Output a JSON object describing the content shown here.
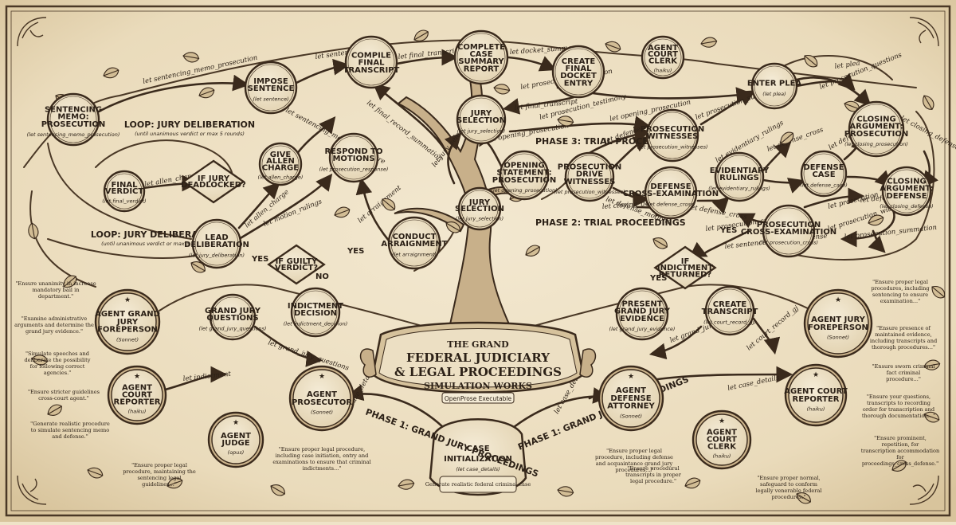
{
  "title": {
    "line1": "THE GRAND",
    "line2": "FEDERAL JUDICIARY",
    "line3": "& LEGAL PROCEEDINGS",
    "line4": "SIMULATION WORKS",
    "tag": "OpenProse Executable"
  },
  "root": {
    "title": "CASE INITIALIZATION",
    "sub": "(let case_details)",
    "note": "Generate realistic federal criminal case"
  },
  "phases": {
    "p1_left": "PHASE 1: GRAND JURY PROCEEDINGS",
    "p1_right": "PHASE 1: GRAND JURY PROCEEDINGS",
    "p2": "PHASE 2: TRIAL PROCEEDINGS",
    "p3": "PHASE 3: TRIAL PROCEEDINGS"
  },
  "loops": {
    "upper": "LOOP: JURY DELIBERATION",
    "upper_sub": "(until unanimous verdict or max 5 rounds)",
    "lower": "LOOP: JURY DELIBERATION",
    "lower_sub": "(until unanimous verdict or max 5 rounds)"
  },
  "nodes": {
    "impose_sentence": {
      "title": "IMPOSE SENTENCE",
      "sub": "(let sentence)"
    },
    "compile_transcript": {
      "title": "COMPILE FINAL TRANSCRIPT",
      "sub": ""
    },
    "complete_summary": {
      "title": "COMPLETE CASE SUMMARY REPORT",
      "sub": ""
    },
    "create_docket": {
      "title": "CREATE FINAL DOCKET ENTRY",
      "sub": ""
    },
    "agent_court_clerk_top": {
      "title": "AGENT COURT CLERK",
      "sub": "(haiku)"
    },
    "sentencing_memo": {
      "title": "SENTENCING MEMO: PROSECUTION",
      "sub": "(let sentencing_memo_prosecution)"
    },
    "final_verdict": {
      "title": "FINAL VERDICT",
      "sub": "(let final_verdict)"
    },
    "give_allen": {
      "title": "GIVE ALLEN CHARGE",
      "sub": "(let allen_charge)"
    },
    "respond_motions": {
      "title": "RESPOND TO MOTIONS",
      "sub": "(let prosecution_response)"
    },
    "if_jury_deadlocked": {
      "title": "IF JURY DEADLOCKED?",
      "sub": ""
    },
    "lead_deliberation": {
      "title": "LEAD DELIBERATION",
      "sub": "(let jury_deliberation)"
    },
    "if_guilty_verdict": {
      "title": "IF GUILTY VERDICT?",
      "sub": ""
    },
    "conduct_arraignment": {
      "title": "CONDUCT ARRAIGNMENT",
      "sub": "(let arraignment)"
    },
    "grand_jury_questions": {
      "title": "GRAND JURY QUESTIONS",
      "sub": "(let grand_jury_questions)"
    },
    "indictment_decision": {
      "title": "INDICTMENT DECISION",
      "sub": "(let indictment_decision)"
    },
    "jury_selection_mid": {
      "title": "JURY SELECTION",
      "sub": "(let jury_selection)"
    },
    "jury_selection_low": {
      "title": "JURY SELECTION",
      "sub": "(let jury_selection)"
    },
    "opening_statement": {
      "title": "OPENING STATEMENT: PROSECUTION",
      "sub": "(let opening_prosecution)"
    },
    "prosecution_drive": {
      "title": "PROSECUTION DRIVE WITNESSES",
      "sub": "(let prosecution_witnesses)"
    },
    "prosecution_witnesses": {
      "title": "PROSECUTION WITNESSES",
      "sub": "(let prosecution_witnesses)"
    },
    "defense_cross": {
      "title": "DEFENSE CROSS-EXAMINATION",
      "sub": "(let defense_cross)"
    },
    "evidentiary_rulings": {
      "title": "EVIDENTIARY RULINGS",
      "sub": "(let evidentiary_rulings)"
    },
    "enter_plea": {
      "title": "ENTER PLEA",
      "sub": "(let plea)"
    },
    "defense_case": {
      "title": "DEFENSE CASE",
      "sub": "(let defense_case)"
    },
    "closing_prosecution": {
      "title": "CLOSING ARGUMENT: PROSECUTION",
      "sub": "(let closing_prosecution)"
    },
    "closing_defense": {
      "title": "CLOSING ARGUMENT: DEFENSE",
      "sub": "(let closing_defense)"
    },
    "prosecution_cross": {
      "title": "PROSECUTION CROSS-EXAMINATION",
      "sub": "(let prosecution_cross)"
    },
    "if_indictment": {
      "title": "IF INDICTMENT RETURNED?",
      "sub": ""
    },
    "present_grand_jury": {
      "title": "PRESENT GRAND JURY EVIDENCE",
      "sub": "(let grand_jury_evidence)"
    },
    "create_transcript": {
      "title": "CREATE TRANSCRIPT",
      "sub": "(let court_record_gj)"
    }
  },
  "agents": {
    "foreperson_left": {
      "title": "AGENT GRAND JURY FOREPERSON",
      "sub": "(Sonnet)"
    },
    "reporter_left": {
      "title": "AGENT COURT REPORTER",
      "sub": "(haiku)"
    },
    "judge": {
      "title": "AGENT JUDGE",
      "sub": "(opus)"
    },
    "prosecutor": {
      "title": "AGENT PROSECUTOR",
      "sub": "(Sonnet)"
    },
    "defense": {
      "title": "AGENT DEFENSE ATTORNEY",
      "sub": "(Sonnet)"
    },
    "clerk_low": {
      "title": "AGENT COURT CLERK",
      "sub": "(haiku)"
    },
    "reporter_right": {
      "title": "AGENT COURT REPORTER",
      "sub": "(haiku)"
    },
    "foreperson_right": {
      "title": "AGENT JURY FOREPERSON",
      "sub": "(Sonnet)"
    }
  },
  "quotes": {
    "l1": "\"Ensure unanimity in increase mandatory bail in department.\"",
    "l2": "\"Examine administrative arguments and determine the grand jury evidence.\"",
    "l3": "\"Simulate speeches and deliberate the possibility for following correct agencies.\"",
    "l4": "\"Ensure stricter guidelines cross-court agent.\"",
    "l5": "\"Generate realistic procedure to simulate sentencing memo and defense.\"",
    "l6": "\"Ensure proper legal procedure, maintaining the sentencing legal guidelines...\"",
    "c1": "\"Ensure proper legal procedure, including case initiation, entry and examinations to ensure that criminal indictments...\"",
    "c2": "\"Ensure proper legal procedure, including defense and acquaintance grand jury procedures...\"",
    "r1": "\"Ensure proper legal procedures, including sentencing to ensure examination...\"",
    "r2": "\"Ensure presence of maintained evidence, including transcripts and thorough procedures...\"",
    "r3": "\"Ensure sworn criminal fact criminal procedure...\"",
    "r4": "\"Ensure your questions, transcripts to recording order for transcription and thorough documentation...\"",
    "r5": "\"Ensure prominent, repetition, for transcription accommodation for proceedings_cross_defense.\"",
    "r6": "\"Ensure procedural transcripts in proper legal procedure.\"",
    "r7": "\"Ensure proper normal, safeguard to conform legally venerable federal procedures.\""
  },
  "edges": {
    "e1": "let sentence",
    "e2": "let final_transcript",
    "e3": "let docket_summary",
    "e4": "let final_transcript",
    "e5": "let sentencing_memo_prosecution",
    "e6": "let allen_charge",
    "e7": "let sentencing_memo_procedure",
    "e8": "let final_record_summation",
    "e9": "let jury_selection",
    "e10": "let opening_prosecution",
    "e11": "let defense_witnesses",
    "e12": "let closing_defense",
    "e13": "let motion_rulings",
    "e14": "let allen_charge",
    "e15": "let arraignment",
    "e16": "let prosecution_cross_defense",
    "e17": "let prosecution_summation",
    "e18": "let prosecution_cross_defense",
    "e19": "let grand_jury_questions",
    "e20": "let grand_jury_evidence",
    "e21": "let court_record_gj",
    "e22": "let case_details",
    "e23": "let case_details",
    "e24": "let indictment",
    "e25": "let case_details",
    "e26": "let defense_cross",
    "e27": "let defense_motions",
    "e28": "let evidentiary_rulings",
    "e29": "let prosecution_questions",
    "e30": "let defense_motions",
    "e31": "let defense_case",
    "e32": "let opening_prosecution",
    "e33": "let defense_cross",
    "e34": "let sentencing_memo_defense",
    "e35": "let prosecution_summation",
    "e36": "let prosecution_summation",
    "e37": "let prosecution_testimony",
    "e38": "let prosecution_witnesses",
    "e39": "let plea",
    "e40": "let closing_defense"
  },
  "labels": {
    "yes1": "YES",
    "yes2": "YES",
    "yes3": "YES",
    "yes4": "YES",
    "no1": "NO"
  }
}
